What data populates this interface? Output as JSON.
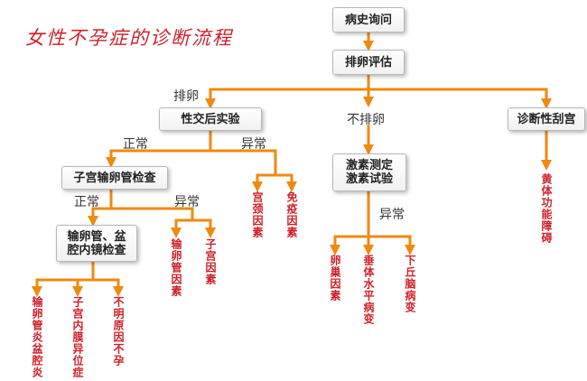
{
  "title": "女性不孕症的诊断流程",
  "colors": {
    "line": "#ee8a10",
    "title": "#d0202a",
    "leaf": "#d0202a"
  },
  "boxes": {
    "history": "病史询问",
    "ovulation_eval": "排卵评估",
    "postcoital": "性交后实验",
    "curettage": "诊断性刮宫",
    "hsg": "子宫输卵管检查",
    "hormone": [
      "激素测定",
      "激素试验"
    ],
    "laparoscopy": [
      "输卵管、盆",
      "腔内镜检查"
    ]
  },
  "labels": {
    "ovulatory": "排卵",
    "anovulatory": "不排卵",
    "pct_normal": "正常",
    "pct_abnormal": "异常",
    "hsg_normal": "正常",
    "hsg_abnormal": "异常",
    "hormone_abnormal": "异常"
  },
  "leaves": {
    "cervical": "宫颈因素",
    "immune": "免疫因素",
    "luteal": "黄体功能障碍",
    "tubal": "输卵管因素",
    "uterine": "子宫因素",
    "ovarian": "卵巢因素",
    "pituitary": "垂体水平病变",
    "hypothalamic": "下丘脑病变",
    "tubal_pelvic": "输卵管炎盆腔炎",
    "endometriosis": "子宫内膜异位症",
    "unexplained": "不明原因不孕"
  }
}
